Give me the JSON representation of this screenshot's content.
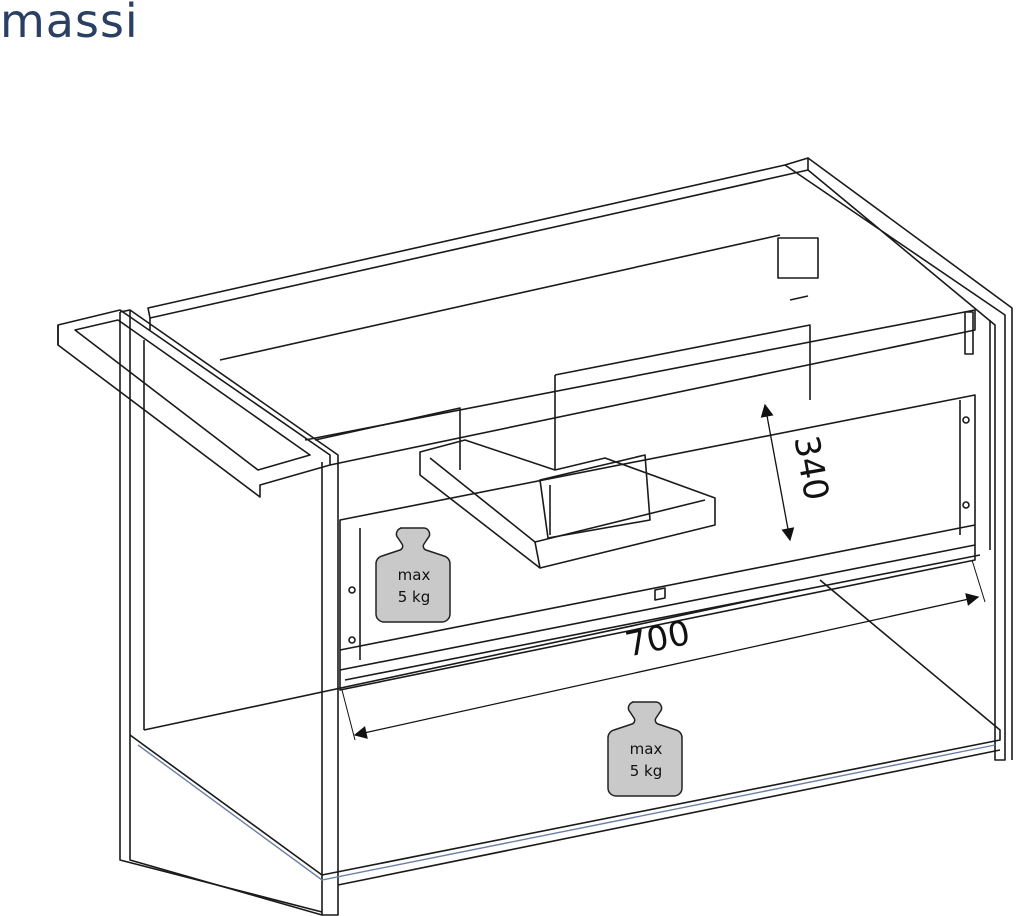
{
  "brand": {
    "name": "massi",
    "color": "#2b3f63"
  },
  "dimensions": {
    "width": "700",
    "height": "340"
  },
  "load_badges": [
    {
      "line1": "max",
      "line2": "5 kg"
    },
    {
      "line1": "max",
      "line2": "5 kg"
    }
  ],
  "colors": {
    "line": "#1a1a1a",
    "badge_fill": "#c9c9c9",
    "shelf_accent": "#6b7fa6"
  }
}
